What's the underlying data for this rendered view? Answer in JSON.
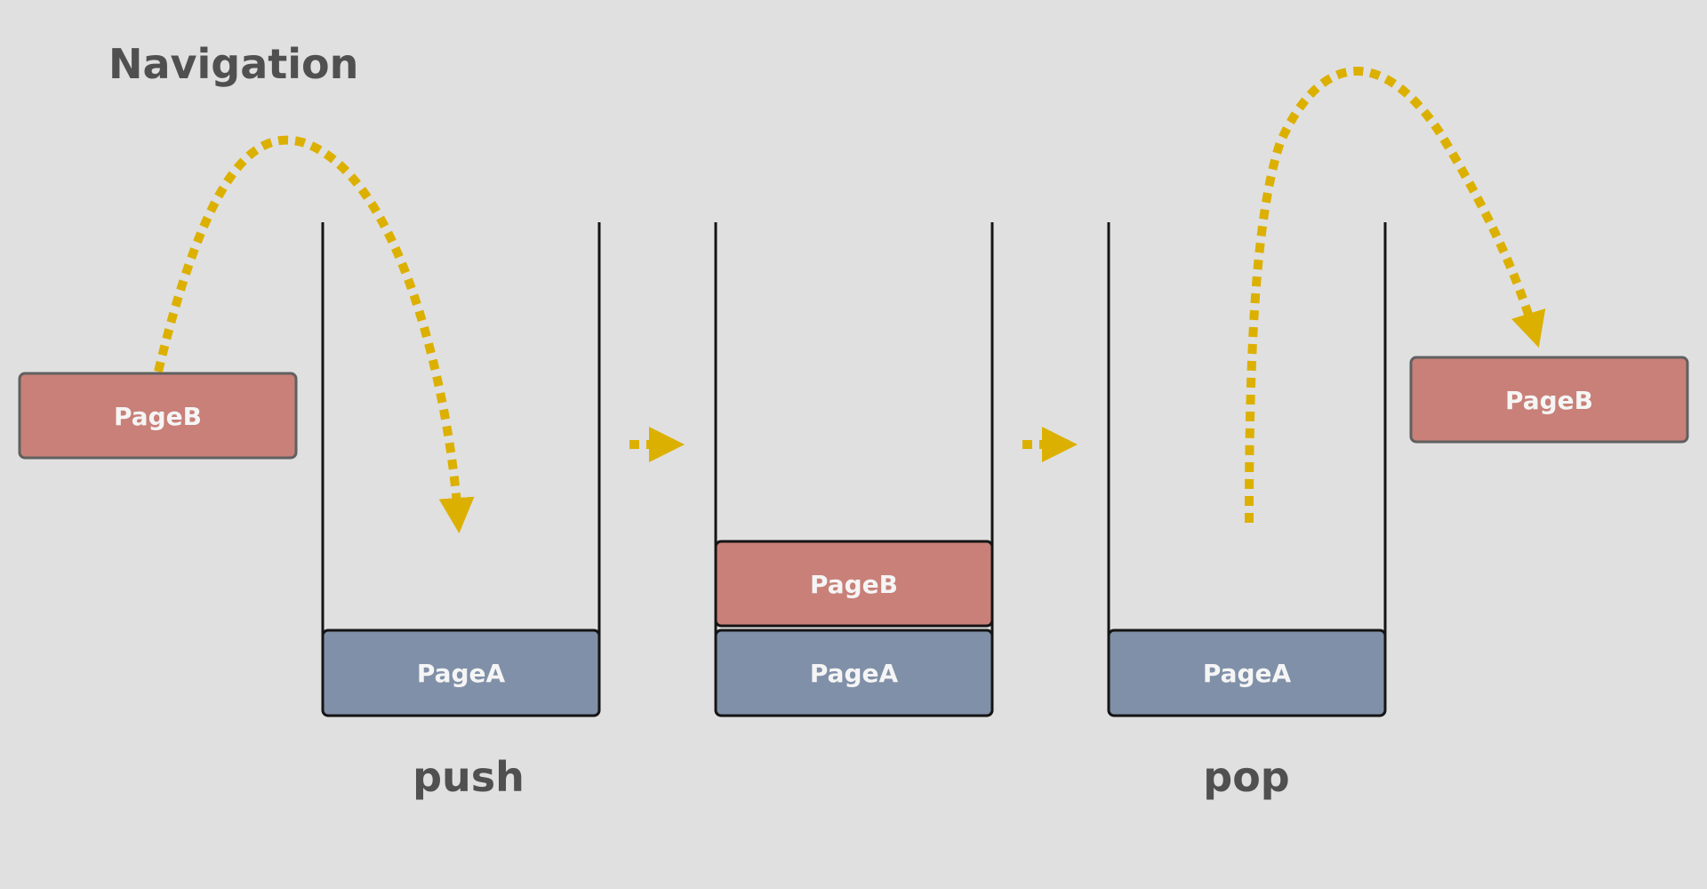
{
  "title": "Navigation",
  "pages": {
    "page_a": "PageA",
    "page_b": "PageB"
  },
  "captions": {
    "push": "push",
    "pop": "pop"
  },
  "colors": {
    "background": "#e0e0e0",
    "text": "#505050",
    "page_a_fill": "#8090a8",
    "page_b_fill": "#c88078",
    "page_label": "#f5f5f5",
    "stack_outline": "#151515",
    "arrow": "#dcb000"
  }
}
